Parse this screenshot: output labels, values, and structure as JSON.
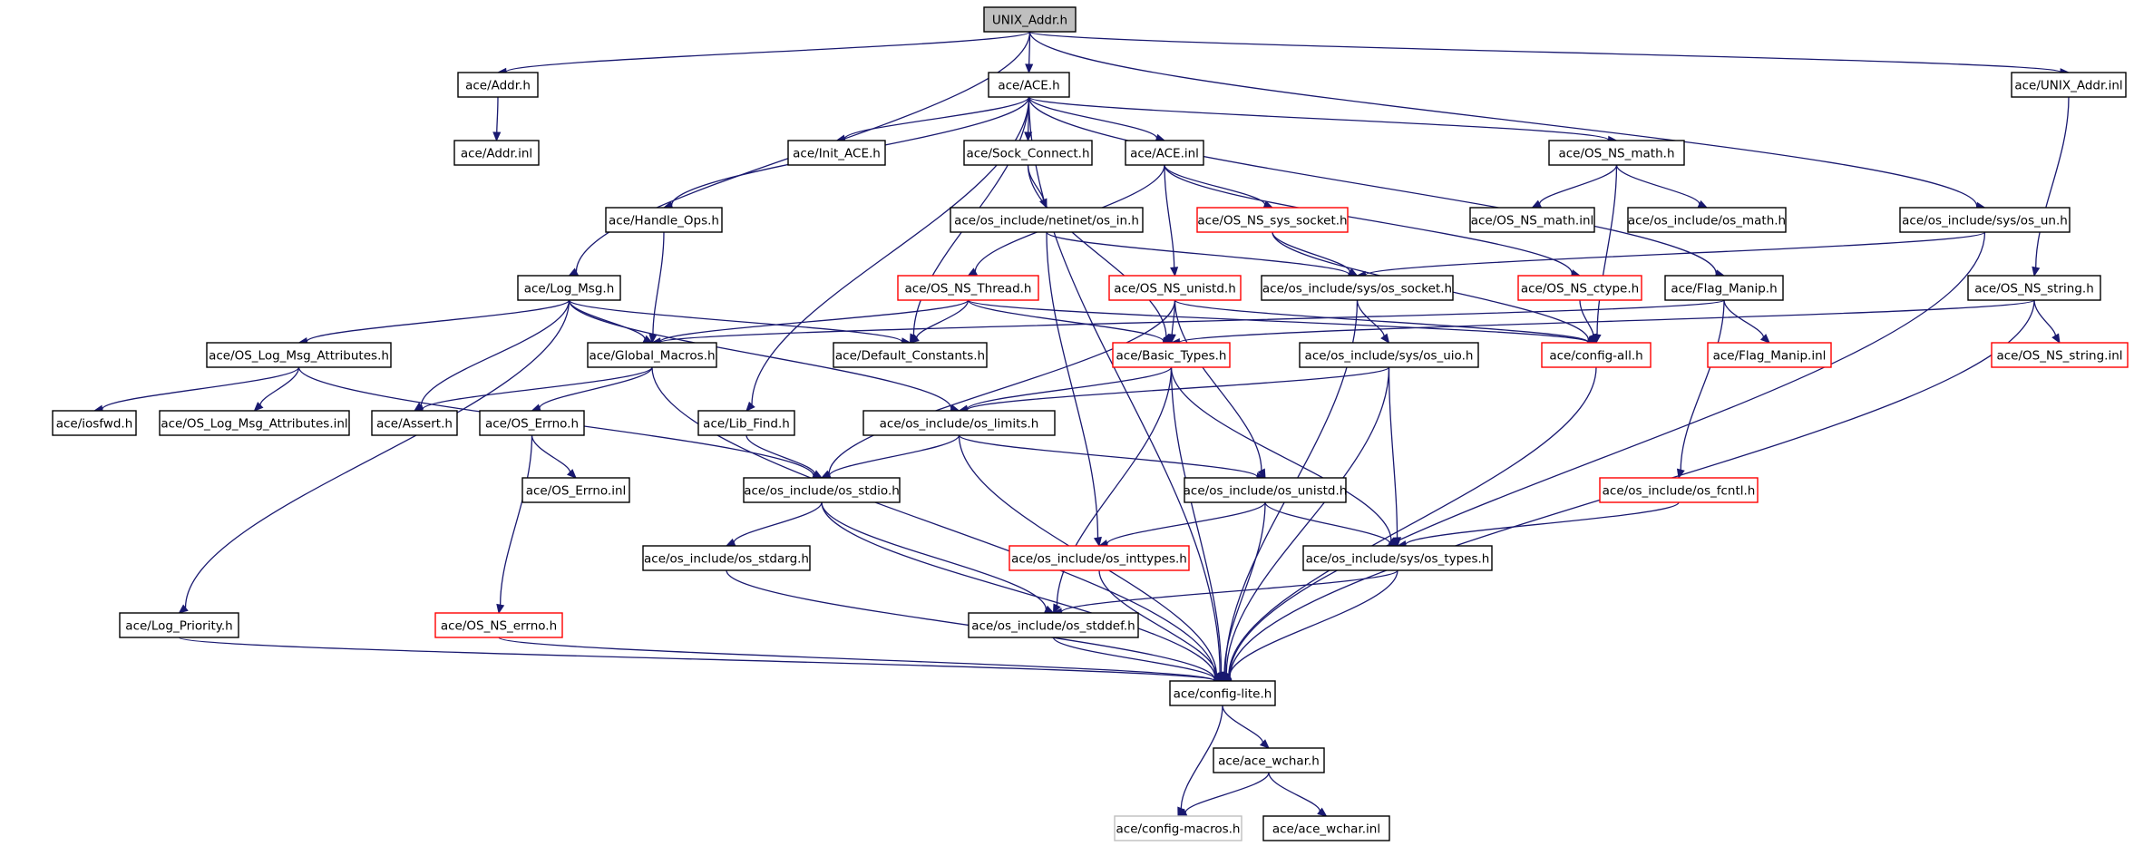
{
  "diagram": {
    "nodes": [
      {
        "id": "unix_addr_h",
        "label": "UNIX_Addr.h",
        "style": "root"
      },
      {
        "id": "addr_h",
        "label": "ace/Addr.h",
        "style": "normal"
      },
      {
        "id": "ace_h",
        "label": "ace/ACE.h",
        "style": "normal"
      },
      {
        "id": "unix_addr_inl",
        "label": "ace/UNIX_Addr.inl",
        "style": "normal"
      },
      {
        "id": "addr_inl",
        "label": "ace/Addr.inl",
        "style": "normal"
      },
      {
        "id": "init_ace_h",
        "label": "ace/Init_ACE.h",
        "style": "normal"
      },
      {
        "id": "sock_connect_h",
        "label": "ace/Sock_Connect.h",
        "style": "normal"
      },
      {
        "id": "ace_inl",
        "label": "ace/ACE.inl",
        "style": "normal"
      },
      {
        "id": "os_ns_math_h",
        "label": "ace/OS_NS_math.h",
        "style": "normal"
      },
      {
        "id": "handle_ops_h",
        "label": "ace/Handle_Ops.h",
        "style": "normal"
      },
      {
        "id": "netinet_os_in_h",
        "label": "ace/os_include/netinet/os_in.h",
        "style": "normal"
      },
      {
        "id": "os_ns_sys_socket_h",
        "label": "ace/OS_NS_sys_socket.h",
        "style": "red"
      },
      {
        "id": "os_ns_math_inl",
        "label": "ace/OS_NS_math.inl",
        "style": "normal"
      },
      {
        "id": "os_math_h",
        "label": "ace/os_include/os_math.h",
        "style": "normal"
      },
      {
        "id": "sys_os_un_h",
        "label": "ace/os_include/sys/os_un.h",
        "style": "normal"
      },
      {
        "id": "log_msg_h",
        "label": "ace/Log_Msg.h",
        "style": "normal"
      },
      {
        "id": "os_ns_thread_h",
        "label": "ace/OS_NS_Thread.h",
        "style": "red"
      },
      {
        "id": "os_ns_unistd_h",
        "label": "ace/OS_NS_unistd.h",
        "style": "red"
      },
      {
        "id": "sys_os_socket_h",
        "label": "ace/os_include/sys/os_socket.h",
        "style": "normal"
      },
      {
        "id": "os_ns_ctype_h",
        "label": "ace/OS_NS_ctype.h",
        "style": "red"
      },
      {
        "id": "flag_manip_h",
        "label": "ace/Flag_Manip.h",
        "style": "normal"
      },
      {
        "id": "os_ns_string_h",
        "label": "ace/OS_NS_string.h",
        "style": "normal"
      },
      {
        "id": "os_log_msg_attributes_h",
        "label": "ace/OS_Log_Msg_Attributes.h",
        "style": "normal"
      },
      {
        "id": "global_macros_h",
        "label": "ace/Global_Macros.h",
        "style": "normal"
      },
      {
        "id": "default_constants_h",
        "label": "ace/Default_Constants.h",
        "style": "normal"
      },
      {
        "id": "basic_types_h",
        "label": "ace/Basic_Types.h",
        "style": "red"
      },
      {
        "id": "sys_os_uio_h",
        "label": "ace/os_include/sys/os_uio.h",
        "style": "normal"
      },
      {
        "id": "config_all_h",
        "label": "ace/config-all.h",
        "style": "red"
      },
      {
        "id": "flag_manip_inl",
        "label": "ace/Flag_Manip.inl",
        "style": "red"
      },
      {
        "id": "os_ns_string_inl",
        "label": "ace/OS_NS_string.inl",
        "style": "red"
      },
      {
        "id": "iosfwd_h",
        "label": "ace/iosfwd.h",
        "style": "normal"
      },
      {
        "id": "os_log_msg_attributes_inl",
        "label": "ace/OS_Log_Msg_Attributes.inl",
        "style": "normal"
      },
      {
        "id": "assert_h",
        "label": "ace/Assert.h",
        "style": "normal"
      },
      {
        "id": "os_errno_h",
        "label": "ace/OS_Errno.h",
        "style": "normal"
      },
      {
        "id": "lib_find_h",
        "label": "ace/Lib_Find.h",
        "style": "normal"
      },
      {
        "id": "os_limits_h",
        "label": "ace/os_include/os_limits.h",
        "style": "normal"
      },
      {
        "id": "os_errno_inl",
        "label": "ace/OS_Errno.inl",
        "style": "normal"
      },
      {
        "id": "os_stdio_h",
        "label": "ace/os_include/os_stdio.h",
        "style": "normal"
      },
      {
        "id": "os_unistd_h",
        "label": "ace/os_include/os_unistd.h",
        "style": "normal"
      },
      {
        "id": "os_fcntl_h",
        "label": "ace/os_include/os_fcntl.h",
        "style": "red"
      },
      {
        "id": "os_stdarg_h",
        "label": "ace/os_include/os_stdarg.h",
        "style": "normal"
      },
      {
        "id": "os_inttypes_h",
        "label": "ace/os_include/os_inttypes.h",
        "style": "red"
      },
      {
        "id": "sys_os_types_h",
        "label": "ace/os_include/sys/os_types.h",
        "style": "normal"
      },
      {
        "id": "log_priority_h",
        "label": "ace/Log_Priority.h",
        "style": "normal"
      },
      {
        "id": "os_ns_errno_h",
        "label": "ace/OS_NS_errno.h",
        "style": "red"
      },
      {
        "id": "os_stddef_h",
        "label": "ace/os_include/os_stddef.h",
        "style": "normal"
      },
      {
        "id": "config_lite_h",
        "label": "ace/config-lite.h",
        "style": "normal"
      },
      {
        "id": "ace_wchar_h",
        "label": "ace/ace_wchar.h",
        "style": "normal"
      },
      {
        "id": "config_macros_h",
        "label": "ace/config-macros.h",
        "style": "gray"
      },
      {
        "id": "ace_wchar_inl",
        "label": "ace/ace_wchar.inl",
        "style": "normal"
      }
    ],
    "edges": [
      [
        "unix_addr_h",
        "addr_h"
      ],
      [
        "unix_addr_h",
        "ace_h"
      ],
      [
        "unix_addr_h",
        "unix_addr_inl"
      ],
      [
        "unix_addr_h",
        "log_msg_h"
      ],
      [
        "unix_addr_h",
        "sys_os_un_h"
      ],
      [
        "addr_h",
        "addr_inl"
      ],
      [
        "ace_h",
        "init_ace_h"
      ],
      [
        "ace_h",
        "sock_connect_h"
      ],
      [
        "ace_h",
        "ace_inl"
      ],
      [
        "ace_h",
        "os_ns_math_h"
      ],
      [
        "ace_h",
        "handle_ops_h"
      ],
      [
        "ace_h",
        "lib_find_h"
      ],
      [
        "ace_h",
        "default_constants_h"
      ],
      [
        "ace_h",
        "flag_manip_h"
      ],
      [
        "ace_h",
        "config_lite_h"
      ],
      [
        "unix_addr_inl",
        "os_ns_string_h"
      ],
      [
        "sock_connect_h",
        "netinet_os_in_h"
      ],
      [
        "sock_connect_h",
        "basic_types_h"
      ],
      [
        "ace_inl",
        "os_ns_thread_h"
      ],
      [
        "ace_inl",
        "os_ns_unistd_h"
      ],
      [
        "ace_inl",
        "os_ns_sys_socket_h"
      ],
      [
        "ace_inl",
        "os_ns_ctype_h"
      ],
      [
        "os_ns_math_h",
        "os_ns_math_inl"
      ],
      [
        "os_ns_math_h",
        "os_math_h"
      ],
      [
        "os_ns_math_h",
        "config_all_h"
      ],
      [
        "handle_ops_h",
        "global_macros_h"
      ],
      [
        "netinet_os_in_h",
        "sys_os_socket_h"
      ],
      [
        "netinet_os_in_h",
        "os_inttypes_h"
      ],
      [
        "os_ns_sys_socket_h",
        "sys_os_socket_h"
      ],
      [
        "os_ns_sys_socket_h",
        "config_all_h"
      ],
      [
        "sys_os_un_h",
        "sys_os_socket_h"
      ],
      [
        "sys_os_un_h",
        "config_lite_h"
      ],
      [
        "log_msg_h",
        "os_log_msg_attributes_h"
      ],
      [
        "log_msg_h",
        "global_macros_h"
      ],
      [
        "log_msg_h",
        "default_constants_h"
      ],
      [
        "log_msg_h",
        "assert_h"
      ],
      [
        "log_msg_h",
        "os_limits_h"
      ],
      [
        "log_msg_h",
        "log_priority_h"
      ],
      [
        "os_ns_thread_h",
        "global_macros_h"
      ],
      [
        "os_ns_thread_h",
        "default_constants_h"
      ],
      [
        "os_ns_thread_h",
        "basic_types_h"
      ],
      [
        "os_ns_thread_h",
        "config_all_h"
      ],
      [
        "os_ns_unistd_h",
        "basic_types_h"
      ],
      [
        "os_ns_unistd_h",
        "config_all_h"
      ],
      [
        "os_ns_unistd_h",
        "os_stdio_h"
      ],
      [
        "os_ns_unistd_h",
        "os_unistd_h"
      ],
      [
        "sys_os_socket_h",
        "sys_os_uio_h"
      ],
      [
        "sys_os_socket_h",
        "config_lite_h"
      ],
      [
        "os_ns_ctype_h",
        "config_all_h"
      ],
      [
        "flag_manip_h",
        "global_macros_h"
      ],
      [
        "flag_manip_h",
        "flag_manip_inl"
      ],
      [
        "flag_manip_h",
        "os_fcntl_h"
      ],
      [
        "os_ns_string_h",
        "basic_types_h"
      ],
      [
        "os_ns_string_h",
        "os_ns_string_inl"
      ],
      [
        "os_ns_string_h",
        "config_lite_h"
      ],
      [
        "os_log_msg_attributes_h",
        "iosfwd_h"
      ],
      [
        "os_log_msg_attributes_h",
        "os_log_msg_attributes_inl"
      ],
      [
        "os_log_msg_attributes_h",
        "os_stdio_h"
      ],
      [
        "global_macros_h",
        "assert_h"
      ],
      [
        "global_macros_h",
        "os_errno_h"
      ],
      [
        "global_macros_h",
        "config_lite_h"
      ],
      [
        "basic_types_h",
        "os_limits_h"
      ],
      [
        "basic_types_h",
        "sys_os_types_h"
      ],
      [
        "basic_types_h",
        "os_stddef_h"
      ],
      [
        "basic_types_h",
        "config_lite_h"
      ],
      [
        "sys_os_uio_h",
        "os_limits_h"
      ],
      [
        "sys_os_uio_h",
        "sys_os_types_h"
      ],
      [
        "sys_os_uio_h",
        "config_lite_h"
      ],
      [
        "config_all_h",
        "config_lite_h"
      ],
      [
        "os_errno_h",
        "os_errno_inl"
      ],
      [
        "os_errno_h",
        "os_ns_errno_h"
      ],
      [
        "lib_find_h",
        "os_stdio_h"
      ],
      [
        "os_limits_h",
        "os_stdio_h"
      ],
      [
        "os_limits_h",
        "os_unistd_h"
      ],
      [
        "os_limits_h",
        "config_lite_h"
      ],
      [
        "os_stdio_h",
        "os_stdarg_h"
      ],
      [
        "os_stdio_h",
        "os_stddef_h"
      ],
      [
        "os_stdio_h",
        "config_lite_h"
      ],
      [
        "os_unistd_h",
        "os_inttypes_h"
      ],
      [
        "os_unistd_h",
        "sys_os_types_h"
      ],
      [
        "os_unistd_h",
        "config_lite_h"
      ],
      [
        "os_fcntl_h",
        "sys_os_types_h"
      ],
      [
        "os_stdarg_h",
        "config_lite_h"
      ],
      [
        "os_inttypes_h",
        "config_lite_h"
      ],
      [
        "sys_os_types_h",
        "os_stddef_h"
      ],
      [
        "sys_os_types_h",
        "config_lite_h"
      ],
      [
        "log_priority_h",
        "config_lite_h"
      ],
      [
        "os_ns_errno_h",
        "config_lite_h"
      ],
      [
        "os_stddef_h",
        "config_lite_h"
      ],
      [
        "config_lite_h",
        "ace_wchar_h"
      ],
      [
        "config_lite_h",
        "config_macros_h"
      ],
      [
        "ace_wchar_h",
        "config_macros_h"
      ],
      [
        "ace_wchar_h",
        "ace_wchar_inl"
      ]
    ]
  }
}
